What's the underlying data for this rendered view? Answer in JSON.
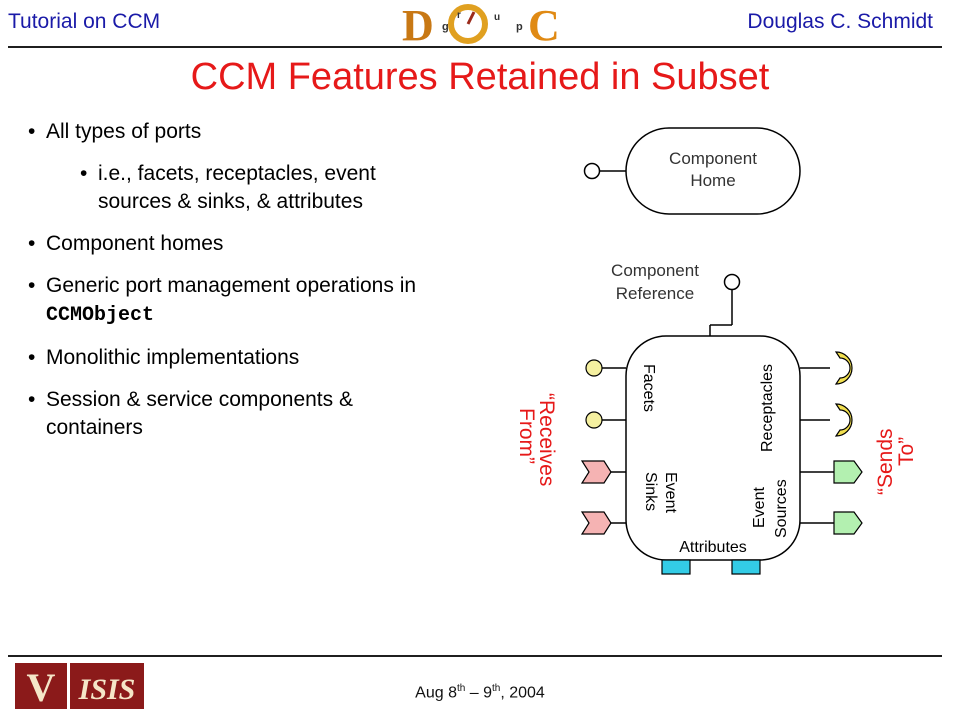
{
  "header": {
    "left": "Tutorial on CCM",
    "right": "Douglas C. Schmidt",
    "logo_text": "D O C  g r o u p"
  },
  "title": "CCM Features Retained in Subset",
  "bullets": {
    "ports": "All types of ports",
    "ports_detail": "i.e., facets, receptacles, event sources & sinks, & attributes",
    "homes": "Component homes",
    "generic_prefix": "Generic port management operations in ",
    "generic_code": "CCMObject",
    "mono": "Monolithic implementations",
    "session": "Session & service components & containers"
  },
  "diagram": {
    "home_line1": "Component",
    "home_line2": "Home",
    "ref_line1": "Component",
    "ref_line2": "Reference",
    "facets": "Facets",
    "receptacles": "Receptacles",
    "event_sinks_1": "Event",
    "event_sinks_2": "Sinks",
    "event_sources_1": "Event",
    "event_sources_2": "Sources",
    "attributes": "Attributes",
    "receives_1": "“Receives",
    "receives_2": "From”",
    "sends_1": "“Sends",
    "sends_2": "To”",
    "colors": {
      "facet": "#f5f0a0",
      "receptacle": "#f2e050",
      "sink": "#f5b3b3",
      "source": "#b3f0b0",
      "attribute": "#33cce6",
      "accent": "#e61919"
    }
  },
  "footer": {
    "date_part1": "Aug 8",
    "date_sup1": "th",
    "date_part2": " – 9",
    "date_sup2": "th",
    "date_part3": ", 2004"
  },
  "logos": {
    "left_logo_text": "V",
    "right_logo_text": "ISIS"
  }
}
